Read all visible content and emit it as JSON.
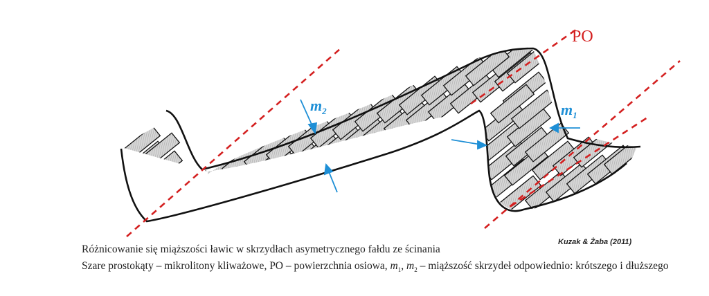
{
  "labels": {
    "po": "PO",
    "m2_letter": "m",
    "m2_sub": "2",
    "m1_letter": "m",
    "m1_sub": "1"
  },
  "caption": {
    "line1": "Różnicowanie się miąższości ławic w skrzydłach asymetrycznego fałdu ze ścinania",
    "line2_a": "Szare prostokąty – mikrolitony kliważowe, PO – powierzchnia osiowa, ",
    "line2_m": "m",
    "line2_sub1": "1",
    "line2_sep": ", ",
    "line2_sub2": "2",
    "line2_b": " – miąższość skrzydeł odpowiednio: krótszego i dłuższego"
  },
  "credit": "Kuzak & Żaba (2011)",
  "colors": {
    "axial_plane": "#d42020",
    "label_blue": "#1e8fd6",
    "microlithon_fill": "#cfcfcf",
    "outline": "#111111"
  }
}
